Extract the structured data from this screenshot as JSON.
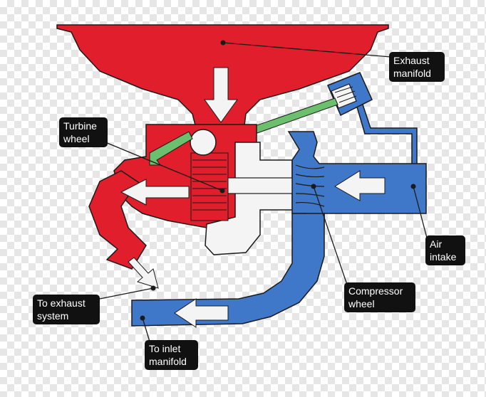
{
  "colors": {
    "exhaust": "#e01e2c",
    "intake": "#3f78c8",
    "linkage": "#6cbf6c",
    "housing": "#f4f4f4",
    "outline": "#1a1a1a",
    "label_bg": "#111111",
    "label_text": "#ffffff"
  },
  "labels": {
    "exhaust_manifold": "Exhaust\nmanifold",
    "turbine_wheel": "Turbine\nwheel",
    "air_intake": "Air\nintake",
    "compressor_wheel": "Compressor\nwheel",
    "to_exhaust_system": "To exhaust\nsystem",
    "to_inlet_manifold": "To inlet\nmanifold"
  }
}
